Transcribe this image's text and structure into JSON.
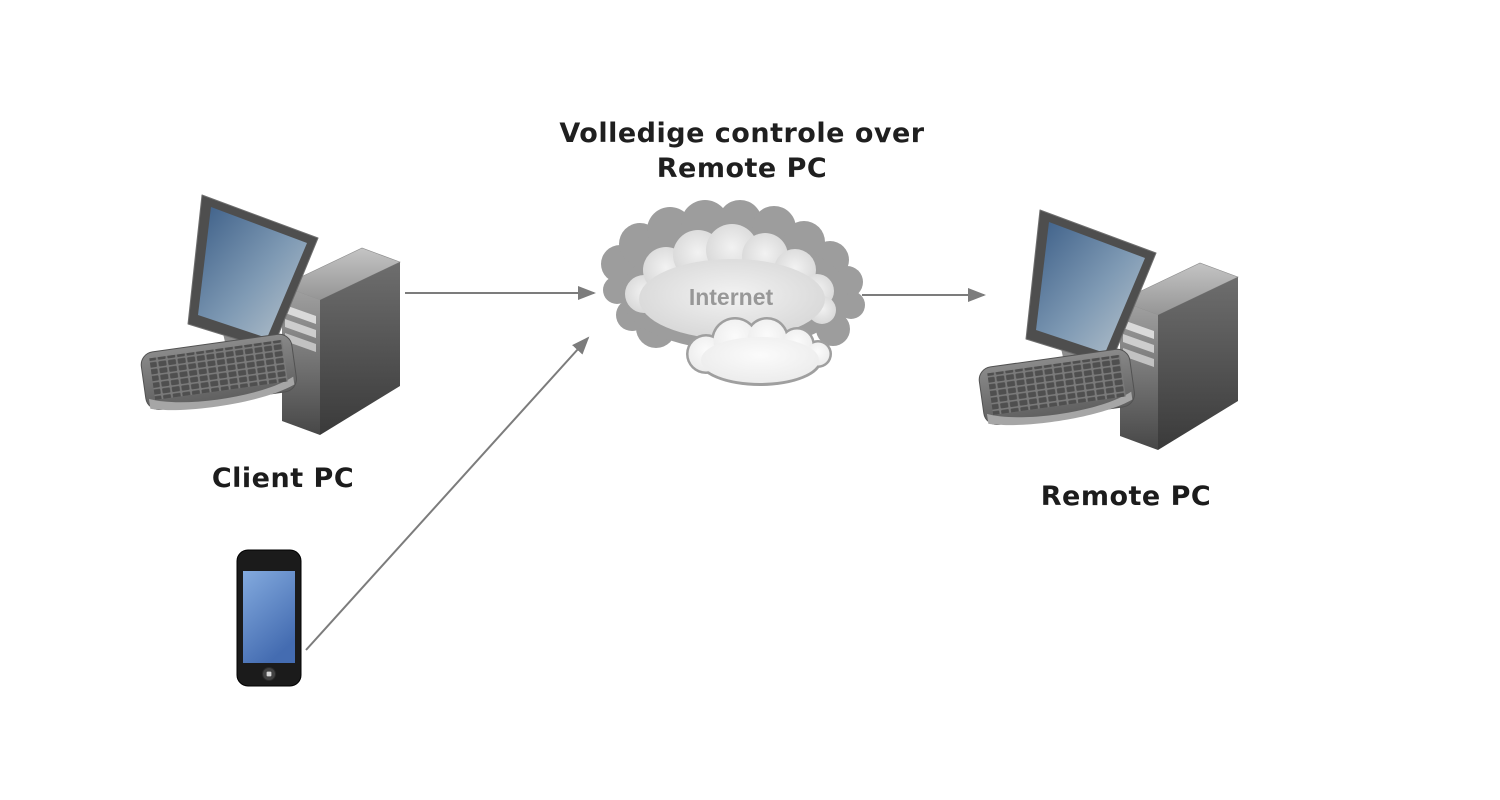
{
  "diagram": {
    "title": {
      "line1": "Volledige controle over",
      "line2": "Remote PC"
    },
    "nodes": {
      "client_pc": {
        "label": "Client PC",
        "icon": "desktop-computer"
      },
      "smartphone": {
        "icon": "smartphone"
      },
      "internet": {
        "label": "Internet",
        "icon": "cloud"
      },
      "remote_pc": {
        "label": "Remote PC",
        "icon": "desktop-computer"
      }
    },
    "connections": [
      {
        "from": "client_pc",
        "to": "internet",
        "style": "arrow"
      },
      {
        "from": "smartphone",
        "to": "internet",
        "style": "arrow"
      },
      {
        "from": "internet",
        "to": "remote_pc",
        "style": "arrow"
      }
    ],
    "colors": {
      "background": "#ffffff",
      "arrow": "#7c7c7c",
      "cloud_back": "#9d9d9d",
      "cloud_mid": "#dcdcdc",
      "cloud_front": "#f5f5f5",
      "internet_label_text": "#8a8a8a",
      "label_text": "#1c1c1c",
      "monitor_screen_blue": "#3d5f88",
      "phone_screen_blue": "#5b82c4"
    }
  }
}
